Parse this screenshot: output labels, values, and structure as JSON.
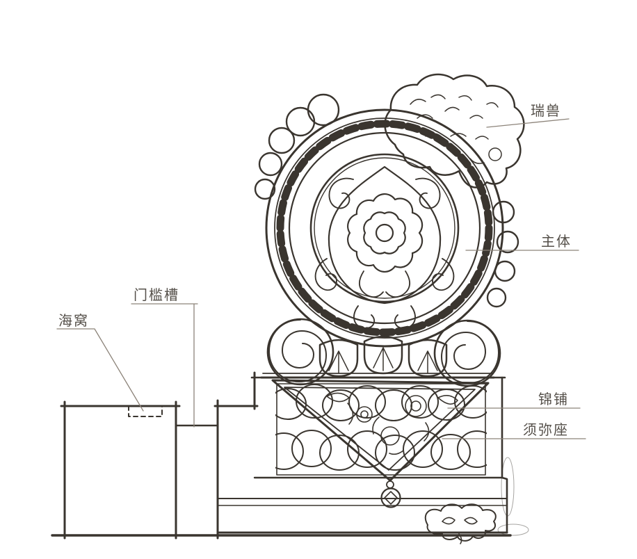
{
  "figure": {
    "kind": "hand-drawn architectural line diagram",
    "colors": {
      "line": "#3a352f",
      "leader_line": "#8c8379",
      "label_text": "#55504a",
      "paper": "#ffffff",
      "cloud_shade": "#a59e94"
    }
  },
  "annotations": [
    {
      "id": "ruishou",
      "text": "瑞兽"
    },
    {
      "id": "zhuti",
      "text": "主体"
    },
    {
      "id": "haiwo",
      "text": "海窝"
    },
    {
      "id": "menkancao",
      "text": "门槛槽"
    },
    {
      "id": "jinpu",
      "text": "锦铺"
    },
    {
      "id": "xumizuo",
      "text": "须弥座"
    }
  ]
}
